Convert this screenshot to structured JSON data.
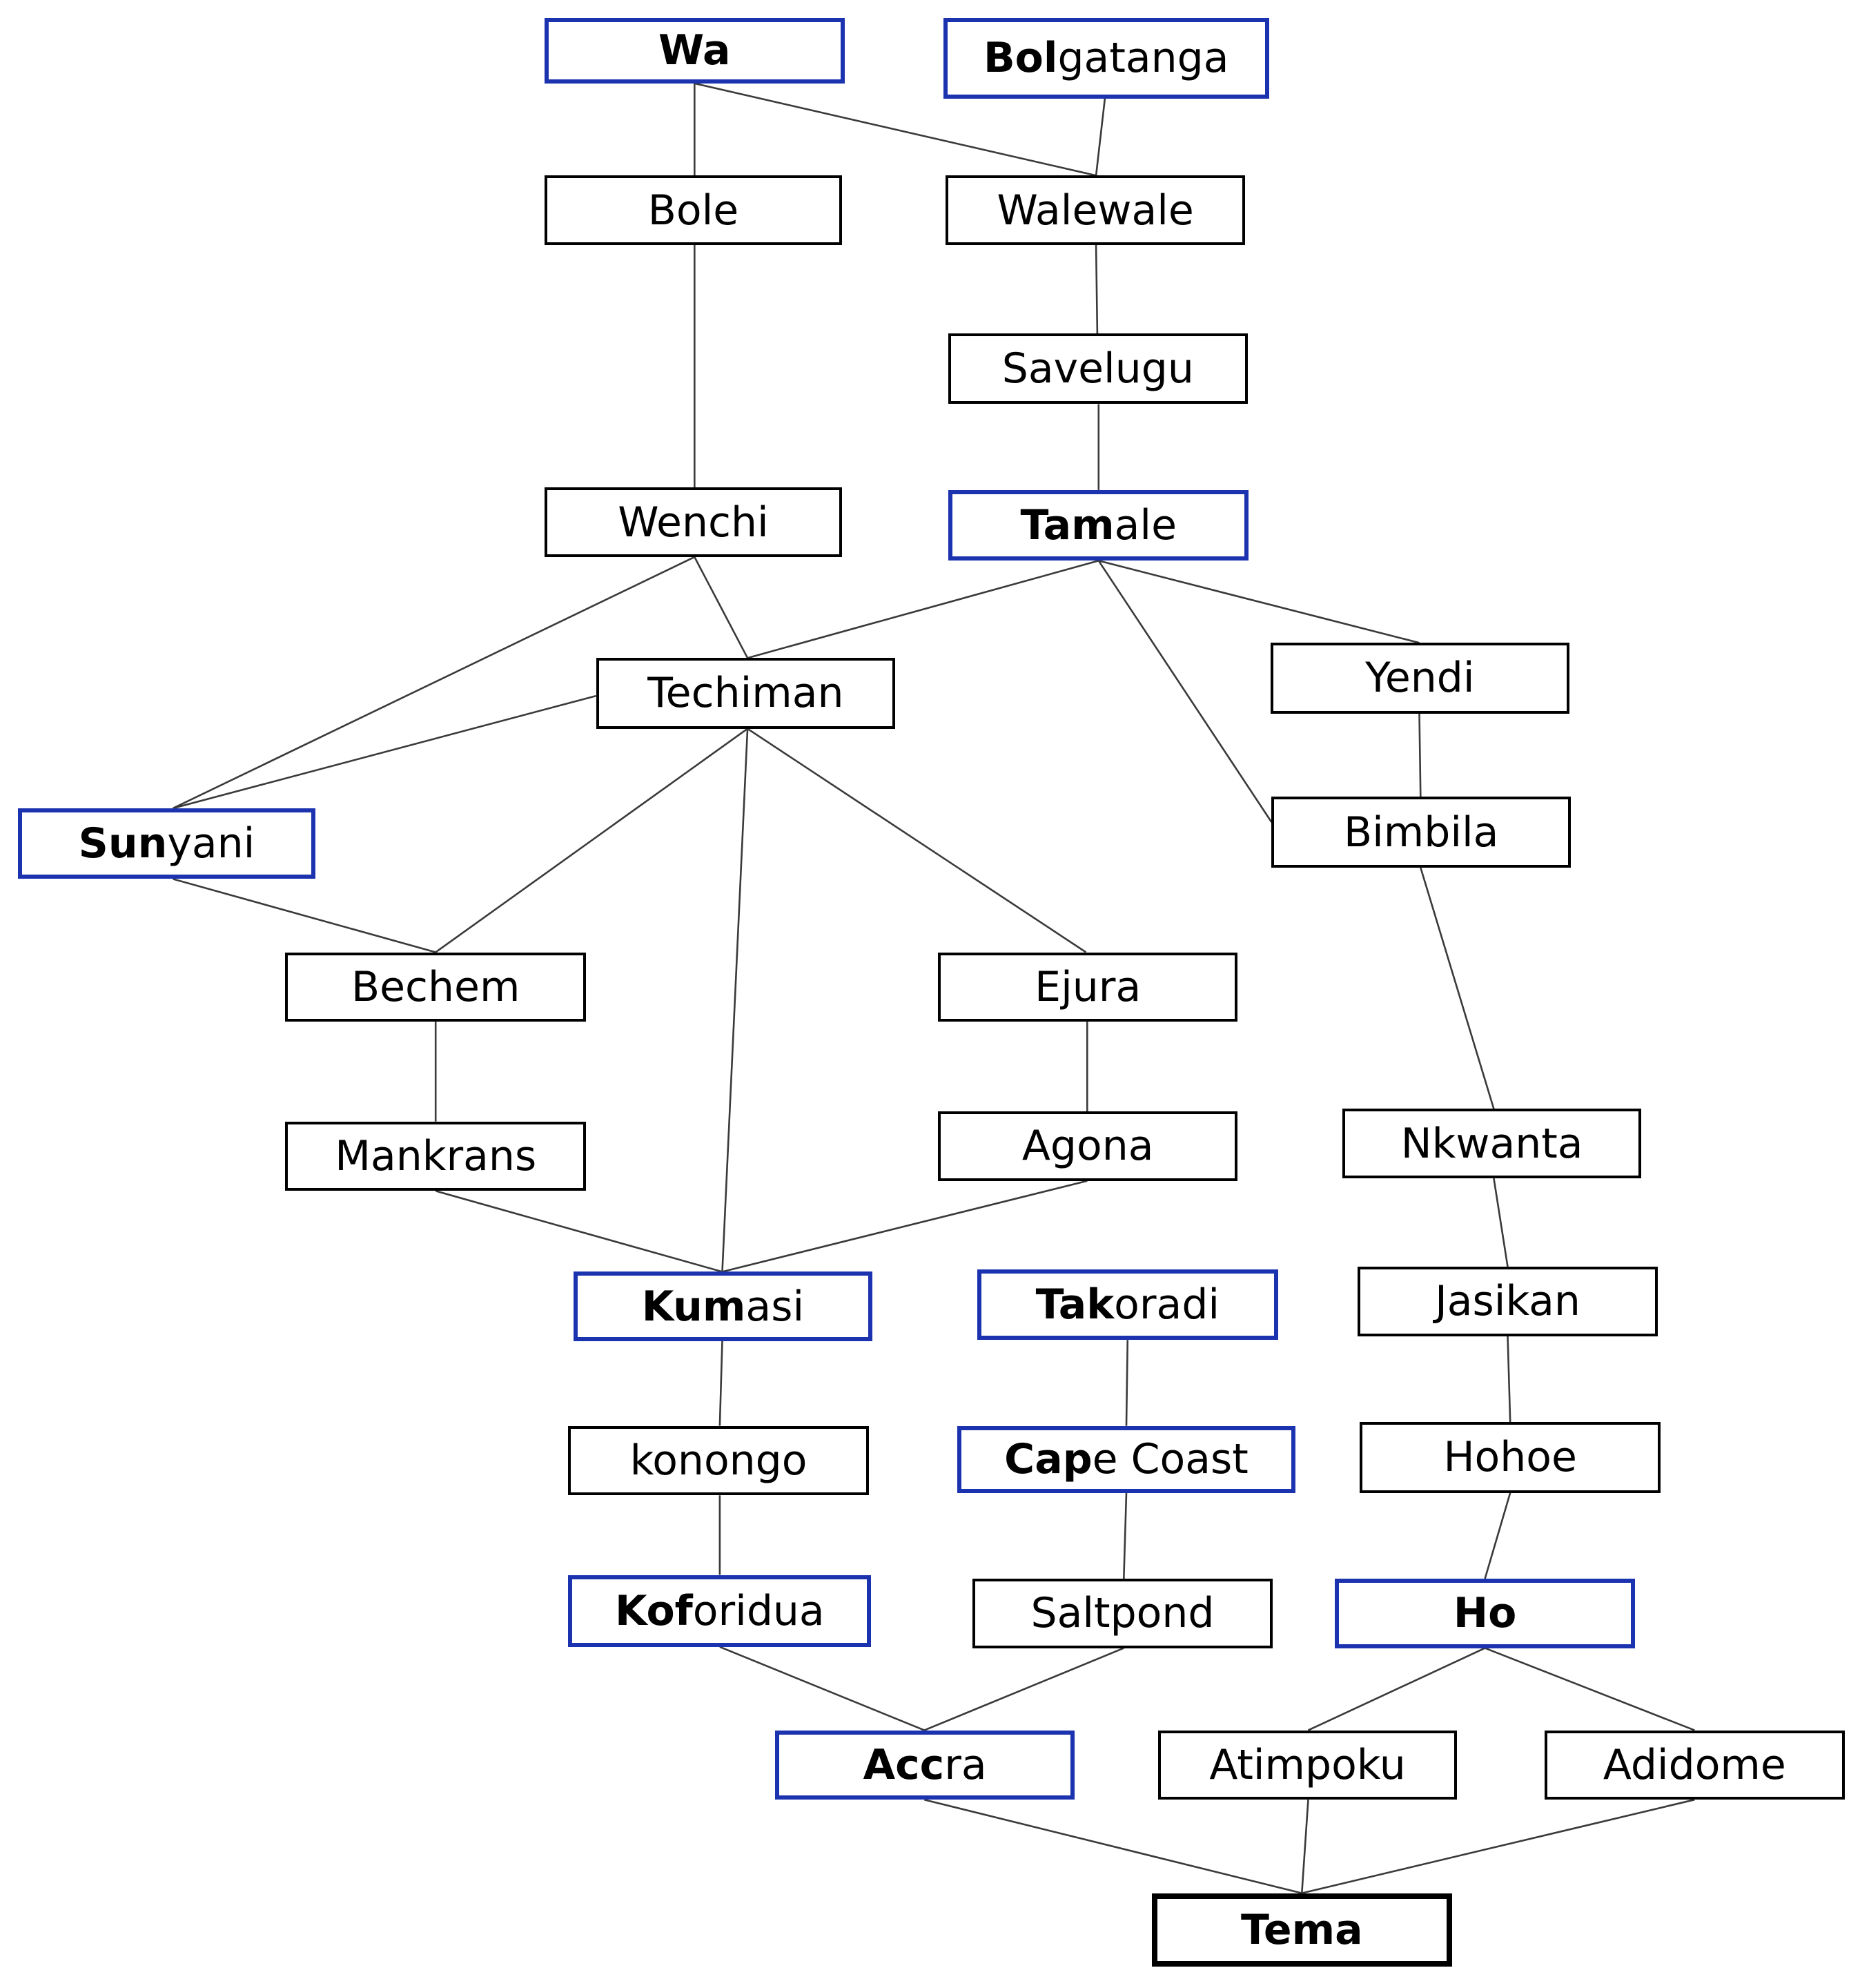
{
  "colors": {
    "regional_capital_border": "#1c33b0",
    "town_border": "#000000",
    "destination_border": "#000000",
    "edge": "#3a3a3a"
  },
  "nodes": [
    {
      "id": "wa",
      "bold": "Wa",
      "rest": "",
      "kind": "capital"
    },
    {
      "id": "bolgatanga",
      "bold": "Bol",
      "rest": "gatanga",
      "kind": "capital"
    },
    {
      "id": "bole",
      "bold": "",
      "rest": "Bole",
      "kind": "town"
    },
    {
      "id": "walewale",
      "bold": "",
      "rest": "Walewale",
      "kind": "town"
    },
    {
      "id": "savelugu",
      "bold": "",
      "rest": "Savelugu",
      "kind": "town"
    },
    {
      "id": "wenchi",
      "bold": "",
      "rest": "Wenchi",
      "kind": "town"
    },
    {
      "id": "tamale",
      "bold": "Tam",
      "rest": "ale",
      "kind": "capital"
    },
    {
      "id": "techiman",
      "bold": "",
      "rest": "Techiman",
      "kind": "town"
    },
    {
      "id": "yendi",
      "bold": "",
      "rest": "Yendi",
      "kind": "town"
    },
    {
      "id": "sunyani",
      "bold": "Sun",
      "rest": "yani",
      "kind": "capital"
    },
    {
      "id": "bimbila",
      "bold": "",
      "rest": "Bimbila",
      "kind": "town"
    },
    {
      "id": "bechem",
      "bold": "",
      "rest": "Bechem",
      "kind": "town"
    },
    {
      "id": "ejura",
      "bold": "",
      "rest": "Ejura",
      "kind": "town"
    },
    {
      "id": "mankrans",
      "bold": "",
      "rest": "Mankrans",
      "kind": "town"
    },
    {
      "id": "agona",
      "bold": "",
      "rest": "Agona",
      "kind": "town"
    },
    {
      "id": "nkwanta",
      "bold": "",
      "rest": "Nkwanta",
      "kind": "town"
    },
    {
      "id": "kumasi",
      "bold": "Kum",
      "rest": "asi",
      "kind": "capital"
    },
    {
      "id": "takoradi",
      "bold": "Tak",
      "rest": "oradi",
      "kind": "capital"
    },
    {
      "id": "jasikan",
      "bold": "",
      "rest": "Jasikan",
      "kind": "town"
    },
    {
      "id": "konongo",
      "bold": "",
      "rest": "konongo",
      "kind": "town"
    },
    {
      "id": "capecoast",
      "bold": "Cap",
      "rest": "e Coast",
      "kind": "capital"
    },
    {
      "id": "hohoe",
      "bold": "",
      "rest": "Hohoe",
      "kind": "town"
    },
    {
      "id": "koforidua",
      "bold": "Kof",
      "rest": "oridua",
      "kind": "capital"
    },
    {
      "id": "saltpond",
      "bold": "",
      "rest": "Saltpond",
      "kind": "town"
    },
    {
      "id": "ho",
      "bold": "Ho",
      "rest": "",
      "kind": "capital"
    },
    {
      "id": "accra",
      "bold": "Acc",
      "rest": "ra",
      "kind": "capital"
    },
    {
      "id": "atimpoku",
      "bold": "",
      "rest": "Atimpoku",
      "kind": "town"
    },
    {
      "id": "adidome",
      "bold": "",
      "rest": "Adidome",
      "kind": "town"
    },
    {
      "id": "tema",
      "bold": "Tema",
      "rest": "",
      "kind": "destination"
    }
  ],
  "edges": [
    [
      "wa",
      "bole"
    ],
    [
      "wa",
      "walewale"
    ],
    [
      "bolgatanga",
      "walewale"
    ],
    [
      "bole",
      "wenchi"
    ],
    [
      "walewale",
      "savelugu"
    ],
    [
      "savelugu",
      "tamale"
    ],
    [
      "wenchi",
      "techiman"
    ],
    [
      "wenchi",
      "sunyani"
    ],
    [
      "techiman",
      "sunyani"
    ],
    [
      "tamale",
      "techiman"
    ],
    [
      "tamale",
      "yendi"
    ],
    [
      "tamale",
      "bimbila"
    ],
    [
      "yendi",
      "bimbila"
    ],
    [
      "sunyani",
      "bechem"
    ],
    [
      "techiman",
      "bechem"
    ],
    [
      "techiman",
      "kumasi"
    ],
    [
      "techiman",
      "ejura"
    ],
    [
      "bechem",
      "mankrans"
    ],
    [
      "ejura",
      "agona"
    ],
    [
      "mankrans",
      "kumasi"
    ],
    [
      "agona",
      "kumasi"
    ],
    [
      "bimbila",
      "nkwanta"
    ],
    [
      "nkwanta",
      "jasikan"
    ],
    [
      "jasikan",
      "hohoe"
    ],
    [
      "hohoe",
      "ho"
    ],
    [
      "kumasi",
      "konongo"
    ],
    [
      "konongo",
      "koforidua"
    ],
    [
      "takoradi",
      "capecoast"
    ],
    [
      "capecoast",
      "saltpond"
    ],
    [
      "koforidua",
      "accra"
    ],
    [
      "saltpond",
      "accra"
    ],
    [
      "ho",
      "atimpoku"
    ],
    [
      "ho",
      "adidome"
    ],
    [
      "accra",
      "tema"
    ],
    [
      "atimpoku",
      "tema"
    ],
    [
      "adidome",
      "tema"
    ]
  ]
}
